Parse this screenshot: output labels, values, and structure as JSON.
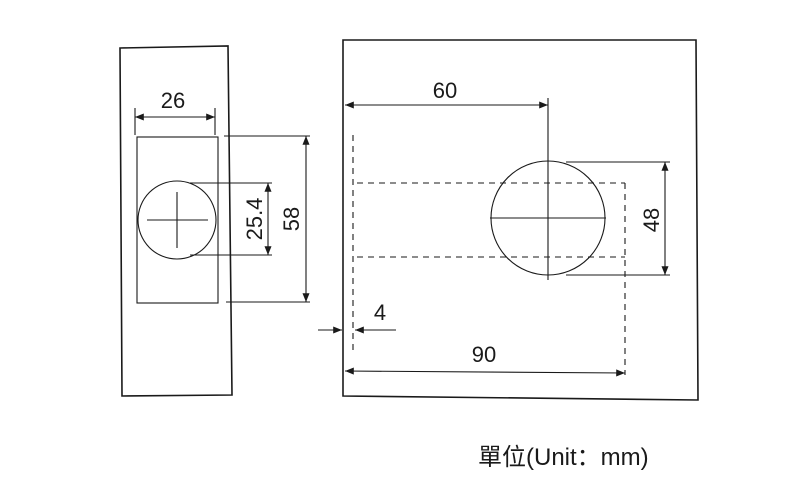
{
  "side_view": {
    "width_label": "26",
    "bore_label": "25.4",
    "height_label": "58"
  },
  "front_view": {
    "backset_label": "60",
    "bore_label": "48",
    "offset_label": "4",
    "depth_label": "90"
  },
  "unit_note": "單位(Unit：mm)",
  "colors": {
    "line": "#1a1a1a",
    "background": "#ffffff"
  }
}
